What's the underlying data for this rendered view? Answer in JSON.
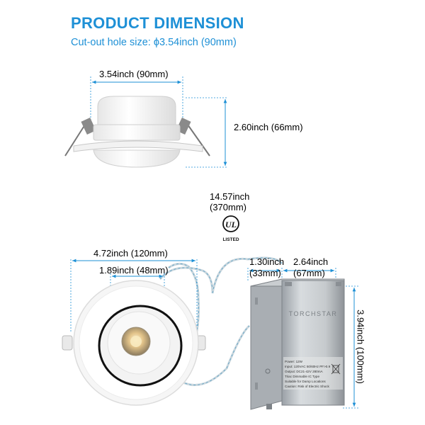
{
  "header": {
    "title": "PRODUCT DIMENSION",
    "subtitle": "Cut-out hole size: ϕ3.54inch (90mm)"
  },
  "top_view": {
    "width_label": "3.54inch (90mm)",
    "height_label": "2.60inch (66mm)"
  },
  "cable": {
    "length_label_line1": "14.57inch",
    "length_label_line2": "(370mm)"
  },
  "certification": {
    "mark": "UL",
    "listed_text": "LISTED"
  },
  "front_view": {
    "outer_label": "4.72inch (120mm)",
    "inner_label": "1.89inch (48mm)"
  },
  "driver_box": {
    "depth_label_line1": "1.30inch",
    "depth_label_line2": "(33mm)",
    "width_label_line1": "2.64inch",
    "width_label_line2": "(67mm)",
    "height_label": "3.94inch (100mm)",
    "brand": "TORCHSTAR",
    "spec_lines": [
      "Power: 12W",
      "Input: 120VAC 50/60Hz  PF>0.9",
      "Output: DC21-42V 280mA",
      "Triac Dimmable IC Type",
      "Suitable for Damp Locations",
      "Caution: Risk of Electric Shock"
    ]
  },
  "colors": {
    "accent": "#1e90d6",
    "text": "#222222"
  }
}
